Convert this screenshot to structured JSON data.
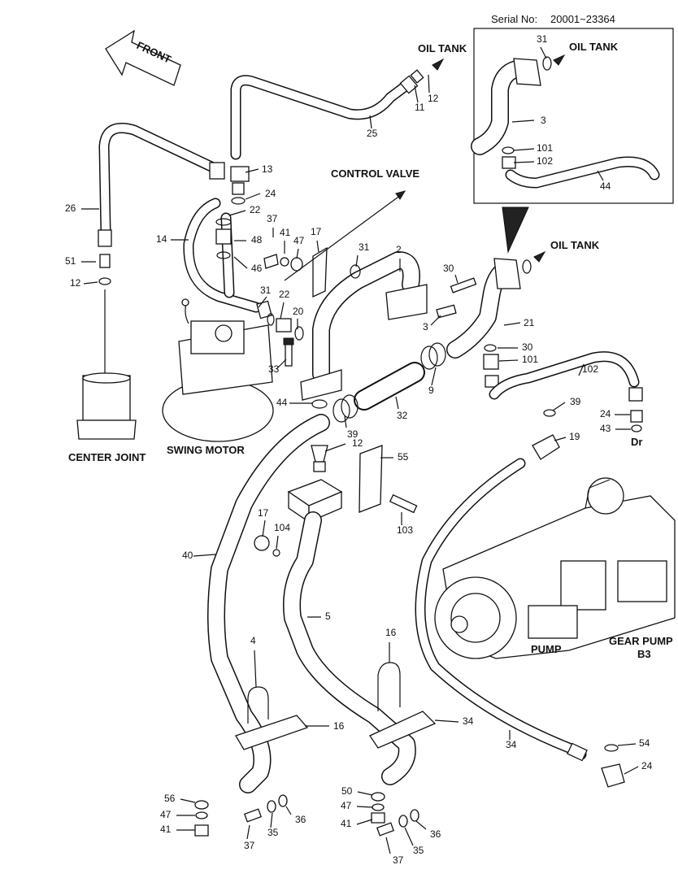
{
  "serial": {
    "label": "Serial No:",
    "range": "20001~23364"
  },
  "labels": {
    "front": "FRONT",
    "oil_tank_top": "OIL TANK",
    "oil_tank_inset": "OIL TANK",
    "oil_tank_right": "OIL TANK",
    "control_valve": "CONTROL VALVE",
    "center_joint": "CENTER JOINT",
    "swing_motor": "SWING MOTOR",
    "pump": "PUMP",
    "gear_pump": "GEAR PUMP",
    "b3": "B3",
    "dr": "Dr"
  },
  "callouts": [
    "31",
    "3",
    "101",
    "102",
    "44",
    "11",
    "12",
    "25",
    "13",
    "24",
    "26",
    "22",
    "14",
    "37",
    "41",
    "47",
    "48",
    "51",
    "12",
    "46",
    "17",
    "31",
    "2",
    "30",
    "31",
    "22",
    "20",
    "21",
    "3",
    "33",
    "30",
    "101",
    "102",
    "44",
    "32",
    "9",
    "39",
    "39",
    "24",
    "43",
    "12",
    "19",
    "55",
    "17",
    "104",
    "103",
    "40",
    "5",
    "4",
    "16",
    "16",
    "34",
    "34",
    "54",
    "24",
    "56",
    "47",
    "41",
    "37",
    "35",
    "36",
    "50",
    "47",
    "41",
    "37",
    "35",
    "36",
    "50"
  ]
}
